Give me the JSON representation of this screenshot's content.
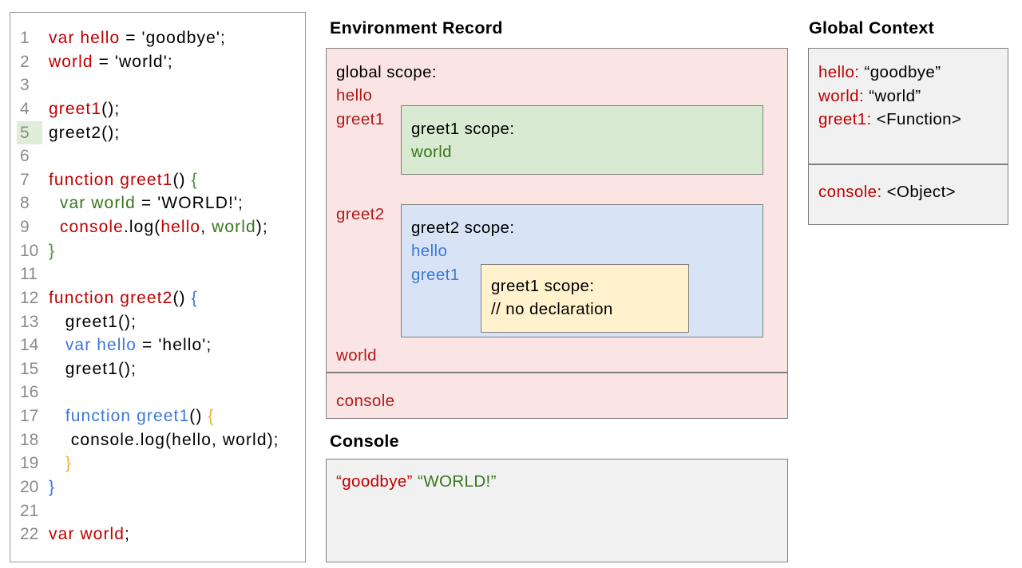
{
  "colors": {
    "code_red": "#C00000",
    "er_label_red": "#B01B1B",
    "green": "#38761D",
    "brace_green": "#4C9141",
    "blue": "#3C78D8",
    "brace_yellow": "#E8B33E",
    "line_number_grey": "#8B8B8B",
    "pink_bg": "#FBE4E4",
    "green_bg": "#D9EAD3",
    "blue_bg": "#D8E4F6",
    "yellow_bg": "#FFF2CC",
    "grey_bg": "#F1F1F1",
    "border_grey": "#7F7F7F",
    "line_highlight_green": "#DFEDD9"
  },
  "code_panel": {
    "lines": [
      {
        "n": "1",
        "highlight": false,
        "segments": [
          [
            "red",
            "var hello"
          ],
          [
            "black",
            " = 'goodbye';"
          ]
        ]
      },
      {
        "n": "2",
        "highlight": false,
        "segments": [
          [
            "red",
            "world"
          ],
          [
            "black",
            " = 'world';"
          ]
        ]
      },
      {
        "n": "3",
        "highlight": false,
        "segments": []
      },
      {
        "n": "4",
        "highlight": false,
        "segments": [
          [
            "red",
            "greet1"
          ],
          [
            "black",
            "();"
          ]
        ]
      },
      {
        "n": "5",
        "highlight": true,
        "segments": [
          [
            "black",
            "greet2();"
          ]
        ]
      },
      {
        "n": "6",
        "highlight": false,
        "segments": []
      },
      {
        "n": "7",
        "highlight": false,
        "segments": [
          [
            "red",
            "function greet1"
          ],
          [
            "black",
            "() "
          ],
          [
            "brace_green",
            "{"
          ]
        ]
      },
      {
        "n": "8",
        "highlight": false,
        "segments": [
          [
            "black",
            "  "
          ],
          [
            "green",
            "var world"
          ],
          [
            "black",
            " = 'WORLD!';"
          ]
        ]
      },
      {
        "n": "9",
        "highlight": false,
        "segments": [
          [
            "black",
            "  "
          ],
          [
            "red",
            "console"
          ],
          [
            "black",
            ".log("
          ],
          [
            "red",
            "hello"
          ],
          [
            "black",
            ", "
          ],
          [
            "green",
            "world"
          ],
          [
            "black",
            ");"
          ]
        ]
      },
      {
        "n": "10",
        "highlight": false,
        "segments": [
          [
            "brace_green",
            "}"
          ]
        ]
      },
      {
        "n": "11",
        "highlight": false,
        "segments": []
      },
      {
        "n": "12",
        "highlight": false,
        "segments": [
          [
            "red",
            "function greet2"
          ],
          [
            "black",
            "() "
          ],
          [
            "blue",
            "{"
          ]
        ]
      },
      {
        "n": "13",
        "highlight": false,
        "segments": [
          [
            "black",
            "   greet1();"
          ]
        ]
      },
      {
        "n": "14",
        "highlight": false,
        "segments": [
          [
            "black",
            "   "
          ],
          [
            "blue",
            "var hello"
          ],
          [
            "black",
            " = 'hello';"
          ]
        ]
      },
      {
        "n": "15",
        "highlight": false,
        "segments": [
          [
            "black",
            "   greet1();"
          ]
        ]
      },
      {
        "n": "16",
        "highlight": false,
        "segments": []
      },
      {
        "n": "17",
        "highlight": false,
        "segments": [
          [
            "black",
            "   "
          ],
          [
            "blue",
            "function greet1"
          ],
          [
            "black",
            "() "
          ],
          [
            "brace_yellow",
            "{"
          ]
        ]
      },
      {
        "n": "18",
        "highlight": false,
        "segments": [
          [
            "black",
            "    console.log(hello, world);"
          ]
        ]
      },
      {
        "n": "19",
        "highlight": false,
        "segments": [
          [
            "black",
            "   "
          ],
          [
            "brace_yellow",
            "}"
          ]
        ]
      },
      {
        "n": "20",
        "highlight": false,
        "segments": [
          [
            "blue",
            "}"
          ]
        ]
      },
      {
        "n": "21",
        "highlight": false,
        "segments": []
      },
      {
        "n": "22",
        "highlight": false,
        "segments": [
          [
            "red",
            "var world"
          ],
          [
            "black",
            ";"
          ]
        ]
      }
    ]
  },
  "environment_record": {
    "title": "Environment Record",
    "global_scope_label": "global scope:",
    "globals_top": [
      "hello",
      "greet1"
    ],
    "greet1_scope": {
      "label": "greet1 scope:",
      "vars": [
        "world"
      ]
    },
    "greet2_var": "greet2",
    "greet2_scope": {
      "label": "greet2 scope:",
      "vars": [
        "hello",
        "greet1"
      ],
      "inner_greet1_scope": {
        "label": "greet1 scope:",
        "comment": "// no declaration"
      }
    },
    "world_var": "world",
    "console_var": "console"
  },
  "global_context": {
    "title": "Global Context",
    "entries": [
      {
        "name": "hello:",
        "value": "“goodbye”"
      },
      {
        "name": "world:",
        "value": "“world”"
      },
      {
        "name": "greet1:",
        "value": "<Function>"
      }
    ],
    "builtin_entries": [
      {
        "name": "console:",
        "value": "<Object>"
      }
    ]
  },
  "console_panel": {
    "title": "Console",
    "output": [
      {
        "text": "“goodbye”",
        "color": "red"
      },
      {
        "text": "“WORLD!”",
        "color": "green"
      }
    ]
  }
}
